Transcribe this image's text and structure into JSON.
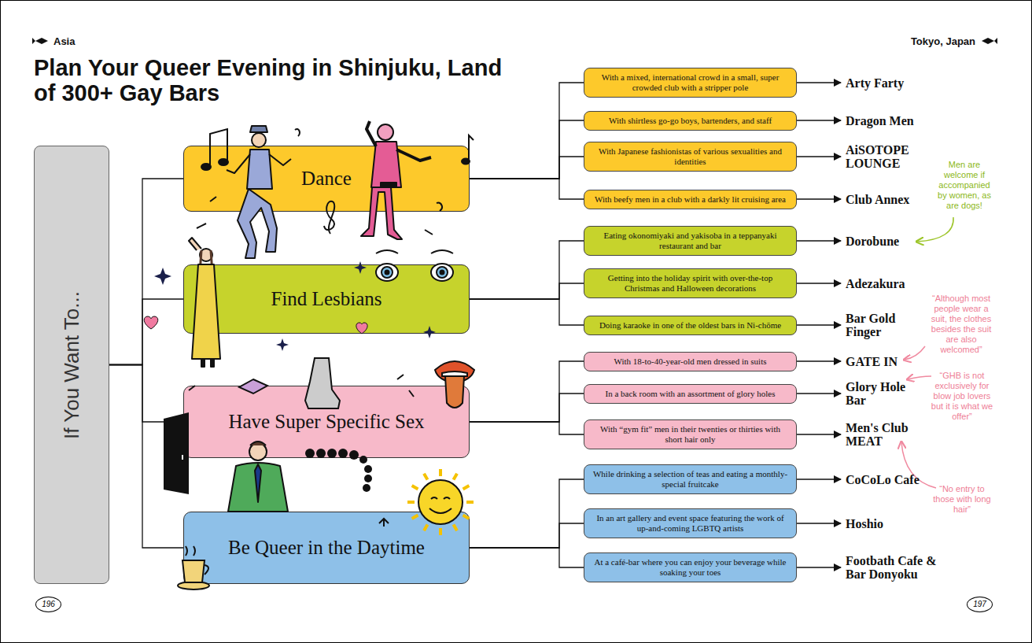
{
  "diagram": {
    "title": "Plan Your Queer Evening in Shinjuku, Land of 300+ Gay Bars",
    "nodes": [
      {
        "text": [
          "If You Want To..."
        ]
      },
      {
        "text": [
          "Dance"
        ]
      },
      {
        "text": [
          "Find Lesbians"
        ]
      },
      {
        "text": [
          "Have Super Specific Sex"
        ]
      },
      {
        "text": [
          "Be Queer in the Daytime"
        ]
      },
      {
        "text": [
          "With a mixed, international crowd in a small, super crowded club with a stripper pole"
        ]
      },
      {
        "text": [
          "Arty Farty"
        ]
      },
      {
        "text": [
          "With shirtless go-go boys, bartenders, and staff"
        ]
      },
      {
        "text": [
          "Dragon Men"
        ]
      },
      {
        "text": [
          "With Japanese fashionistas of various sexualities and identities"
        ]
      },
      {
        "text": [
          "AiSOTOPE LOUNGE"
        ]
      },
      {
        "text": [
          "With beefy men in a club with a darkly lit cruising area"
        ]
      },
      {
        "text": [
          "Club Annex"
        ]
      },
      {
        "text": [
          "Eating okonomiyaki and yakisoba in a teppanyaki restaurant and bar"
        ]
      },
      {
        "text": [
          "Dorobune"
        ]
      },
      {
        "text": [
          "Getting into the holiday spirit with over-the-top Christmas and Halloween decorations"
        ]
      },
      {
        "text": [
          "Adezakura"
        ]
      },
      {
        "text": [
          "Doing karaoke in one of the oldest bars in Ni-chōme"
        ]
      },
      {
        "text": [
          "Bar Gold Finger"
        ]
      },
      {
        "text": [
          "With 18-to-40-year-old men dressed in suits"
        ]
      },
      {
        "text": [
          "GATE IN"
        ]
      },
      {
        "text": [
          "In a back room with an assortment of glory holes"
        ]
      },
      {
        "text": [
          "Glory Hole Bar"
        ]
      },
      {
        "text": [
          "With “gym fit” men in their twenties or thirties with short hair only"
        ]
      },
      {
        "text": [
          "Men's Club MEAT"
        ]
      },
      {
        "text": [
          "While drinking a selection of teas and eating a monthly-special fruitcake"
        ]
      },
      {
        "text": [
          "CoCoLo Cafe"
        ]
      },
      {
        "text": [
          "In an art gallery and event space featuring the work of up-and-coming LGBTQ artists"
        ]
      },
      {
        "text": [
          "Hoshio"
        ]
      },
      {
        "text": [
          "At a café-bar where you can enjoy your beverage while soaking your toes"
        ]
      },
      {
        "text": [
          "Footbath Cafe & Bar Donyoku"
        ]
      },
      {
        "text": [
          "196"
        ]
      },
      {
        "text": [
          "197"
        ]
      }
    ],
    "edges": [
      {
        "from": 0,
        "to": 1,
        "arrow": "none"
      },
      {
        "from": 0,
        "to": 2,
        "arrow": "none"
      },
      {
        "from": 0,
        "to": 3,
        "arrow": "none"
      },
      {
        "from": 0,
        "to": 4,
        "arrow": "none"
      },
      {
        "from": 1,
        "to": 5,
        "arrow": "none"
      },
      {
        "from": 1,
        "to": 7,
        "arrow": "none"
      },
      {
        "from": 1,
        "to": 9,
        "arrow": "none"
      },
      {
        "from": 1,
        "to": 11,
        "arrow": "none"
      },
      {
        "from": 2,
        "to": 13,
        "arrow": "none"
      },
      {
        "from": 2,
        "to": 15,
        "arrow": "none"
      },
      {
        "from": 2,
        "to": 17,
        "arrow": "none"
      },
      {
        "from": 3,
        "to": 19,
        "arrow": "none"
      },
      {
        "from": 3,
        "to": 21,
        "arrow": "none"
      },
      {
        "from": 3,
        "to": 23,
        "arrow": "none"
      },
      {
        "from": 4,
        "to": 25,
        "arrow": "none"
      },
      {
        "from": 4,
        "to": 27,
        "arrow": "none"
      },
      {
        "from": 4,
        "to": 29,
        "arrow": "none"
      },
      {
        "from": 5,
        "to": 6,
        "arrow": "to"
      },
      {
        "from": 7,
        "to": 8,
        "arrow": "to"
      },
      {
        "from": 9,
        "to": 10,
        "arrow": "to"
      },
      {
        "from": 11,
        "to": 12,
        "arrow": "to"
      },
      {
        "from": 13,
        "to": 14,
        "arrow": "to"
      },
      {
        "from": 15,
        "to": 16,
        "arrow": "to"
      },
      {
        "from": 17,
        "to": 18,
        "arrow": "to"
      },
      {
        "from": 19,
        "to": 20,
        "arrow": "to"
      },
      {
        "from": 21,
        "to": 22,
        "arrow": "to"
      },
      {
        "from": 23,
        "to": 24,
        "arrow": "to"
      },
      {
        "from": 25,
        "to": 26,
        "arrow": "to"
      },
      {
        "from": 27,
        "to": 28,
        "arrow": "to"
      },
      {
        "from": 29,
        "to": 30,
        "arrow": "to"
      }
    ],
    "labels": [
      "Asia",
      "Tokyo, Japan",
      "Men are welcome if accompanied by women, as are dogs!",
      "“Although most people wear a suit, the clothes besides the suit are also welcomed”",
      "“GHB is not exclusively for blow job lovers but it is what we offer”",
      "“No entry to those with long hair”"
    ]
  }
}
